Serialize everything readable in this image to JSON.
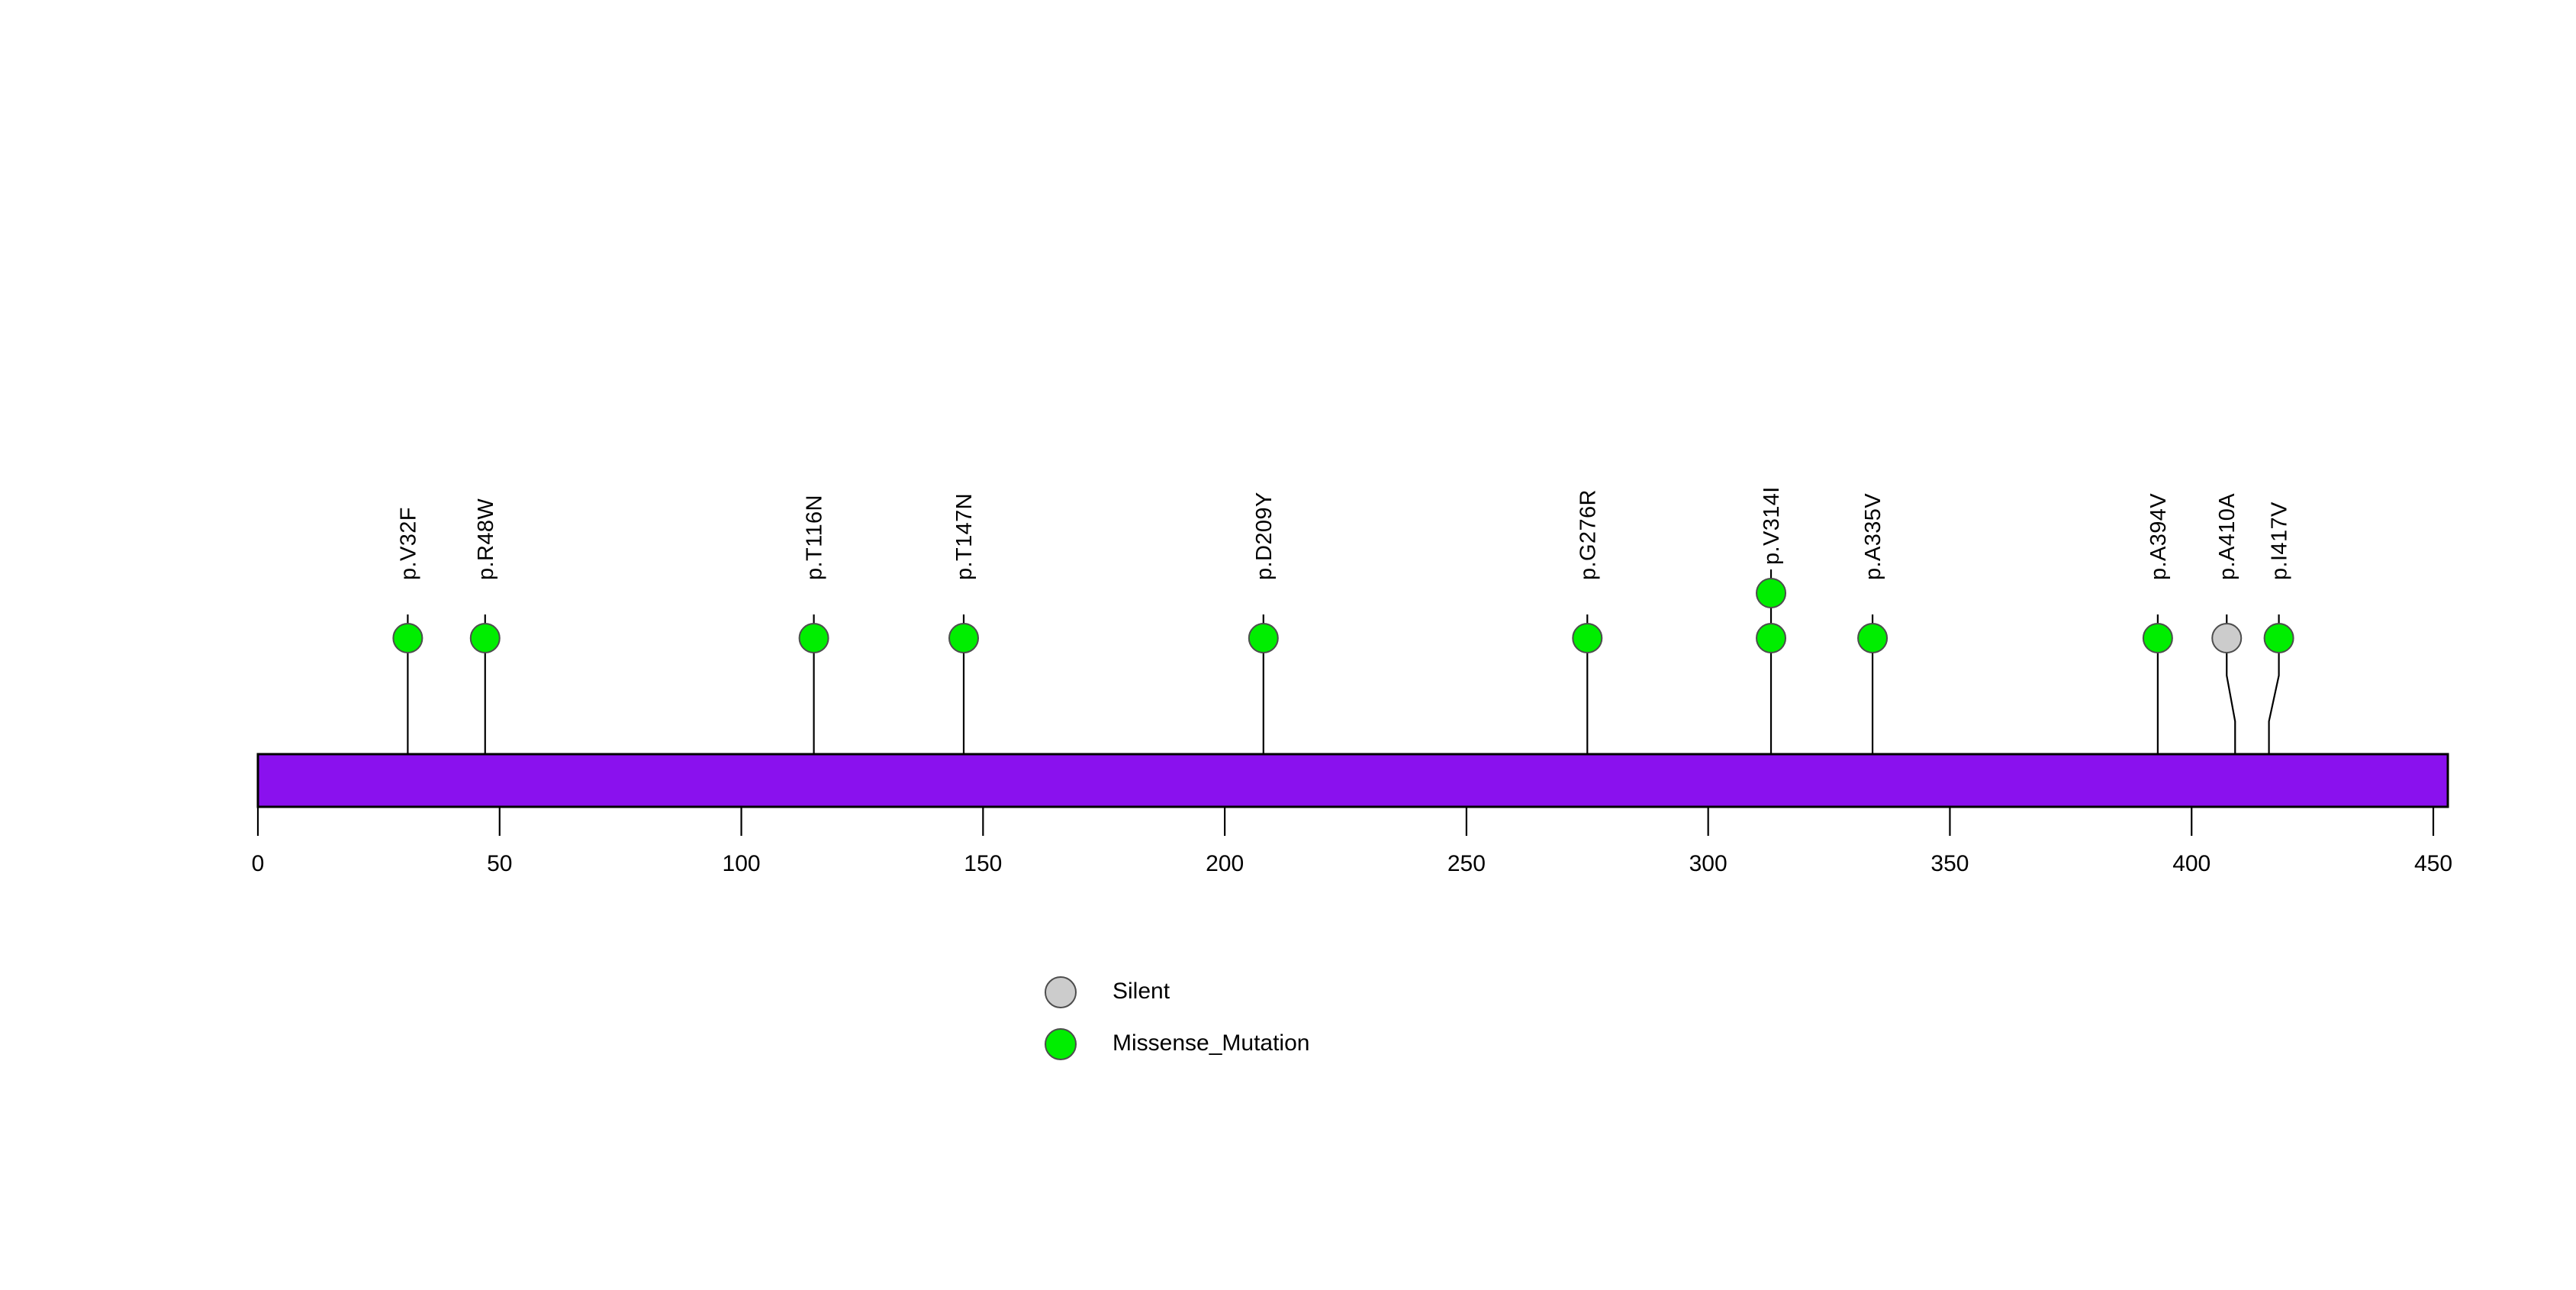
{
  "chart_data": {
    "type": "lollipop",
    "title": "",
    "xlabel": "",
    "ylabel": "",
    "xlim": [
      0,
      453
    ],
    "protein_length": 453,
    "grid": false,
    "legend_position": "bottom-center",
    "protein_bar": {
      "name": "protein-backbone",
      "start": 0,
      "end": 453,
      "color": "#8A11EE",
      "border_color": "#000000"
    },
    "axis": {
      "tick_values": [
        0,
        50,
        100,
        150,
        200,
        250,
        300,
        350,
        400,
        450
      ],
      "tick_labels": [
        "0",
        "50",
        "100",
        "150",
        "200",
        "250",
        "300",
        "350",
        "400",
        "450"
      ]
    },
    "mutation_types": {
      "Silent": "#CCCCCC",
      "Missense_Mutation": "#00EE00"
    },
    "mutations": [
      {
        "label": "p.V32F",
        "position": 31,
        "count": 1,
        "type": "Missense_Mutation",
        "color": "#00EE00"
      },
      {
        "label": "p.R48W",
        "position": 47,
        "count": 1,
        "type": "Missense_Mutation",
        "color": "#00EE00"
      },
      {
        "label": "p.T116N",
        "position": 115,
        "count": 1,
        "type": "Missense_Mutation",
        "color": "#00EE00"
      },
      {
        "label": "p.T147N",
        "position": 146,
        "count": 1,
        "type": "Missense_Mutation",
        "color": "#00EE00"
      },
      {
        "label": "p.D209Y",
        "position": 208,
        "count": 1,
        "type": "Missense_Mutation",
        "color": "#00EE00"
      },
      {
        "label": "p.G276R",
        "position": 275,
        "count": 1,
        "type": "Missense_Mutation",
        "color": "#00EE00"
      },
      {
        "label": "p.V314I",
        "position": 313,
        "count": 2,
        "type": "Missense_Mutation",
        "color": "#00EE00"
      },
      {
        "label": "p.A335V",
        "position": 334,
        "count": 1,
        "type": "Missense_Mutation",
        "color": "#00EE00"
      },
      {
        "label": "p.A394V",
        "position": 393,
        "count": 1,
        "type": "Missense_Mutation",
        "color": "#00EE00"
      },
      {
        "label": "p.A410A",
        "position": 409,
        "count": 1,
        "type": "Silent",
        "color": "#CCCCCC"
      },
      {
        "label": "p.I417V",
        "position": 416,
        "count": 1,
        "type": "Missense_Mutation",
        "color": "#00EE00"
      }
    ],
    "legend": [
      {
        "label": "Silent",
        "color": "#CCCCCC"
      },
      {
        "label": "Missense_Mutation",
        "color": "#00EE00"
      }
    ]
  }
}
